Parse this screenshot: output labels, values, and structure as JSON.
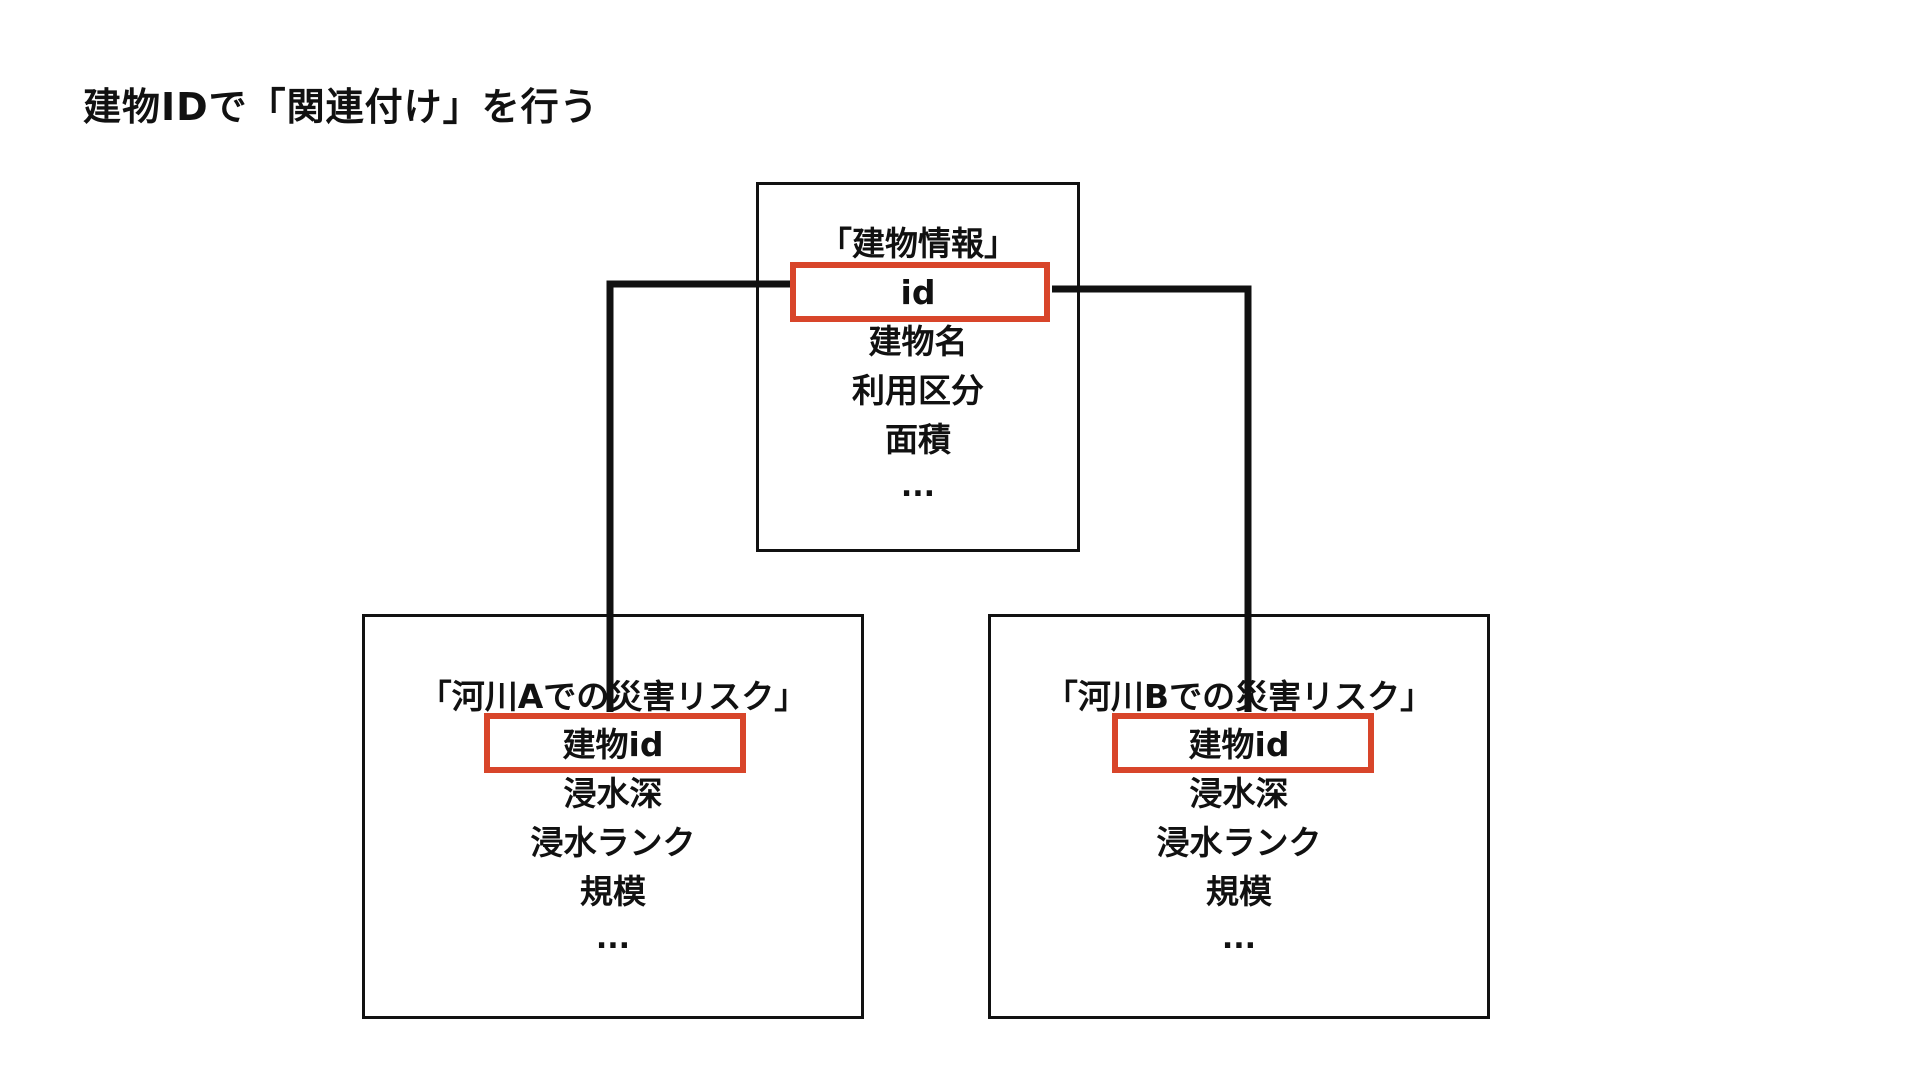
{
  "title": "建物IDで「関連付け」を行う",
  "colors": {
    "key_highlight": "#d8452a",
    "line": "#111111",
    "box_border": "#111111"
  },
  "tables": {
    "building": {
      "name": "「建物情報」",
      "key_field": "id",
      "fields": [
        "建物名",
        "利用区分",
        "面積"
      ],
      "more": "..."
    },
    "river_a": {
      "name": "「河川Aでの災害リスク」",
      "key_field": "建物id",
      "fields": [
        "浸水深",
        "浸水ランク",
        "規模"
      ],
      "more": "..."
    },
    "river_b": {
      "name": "「河川Bでの災害リスク」",
      "key_field": "建物id",
      "fields": [
        "浸水深",
        "浸水ランク",
        "規模"
      ],
      "more": "..."
    }
  }
}
